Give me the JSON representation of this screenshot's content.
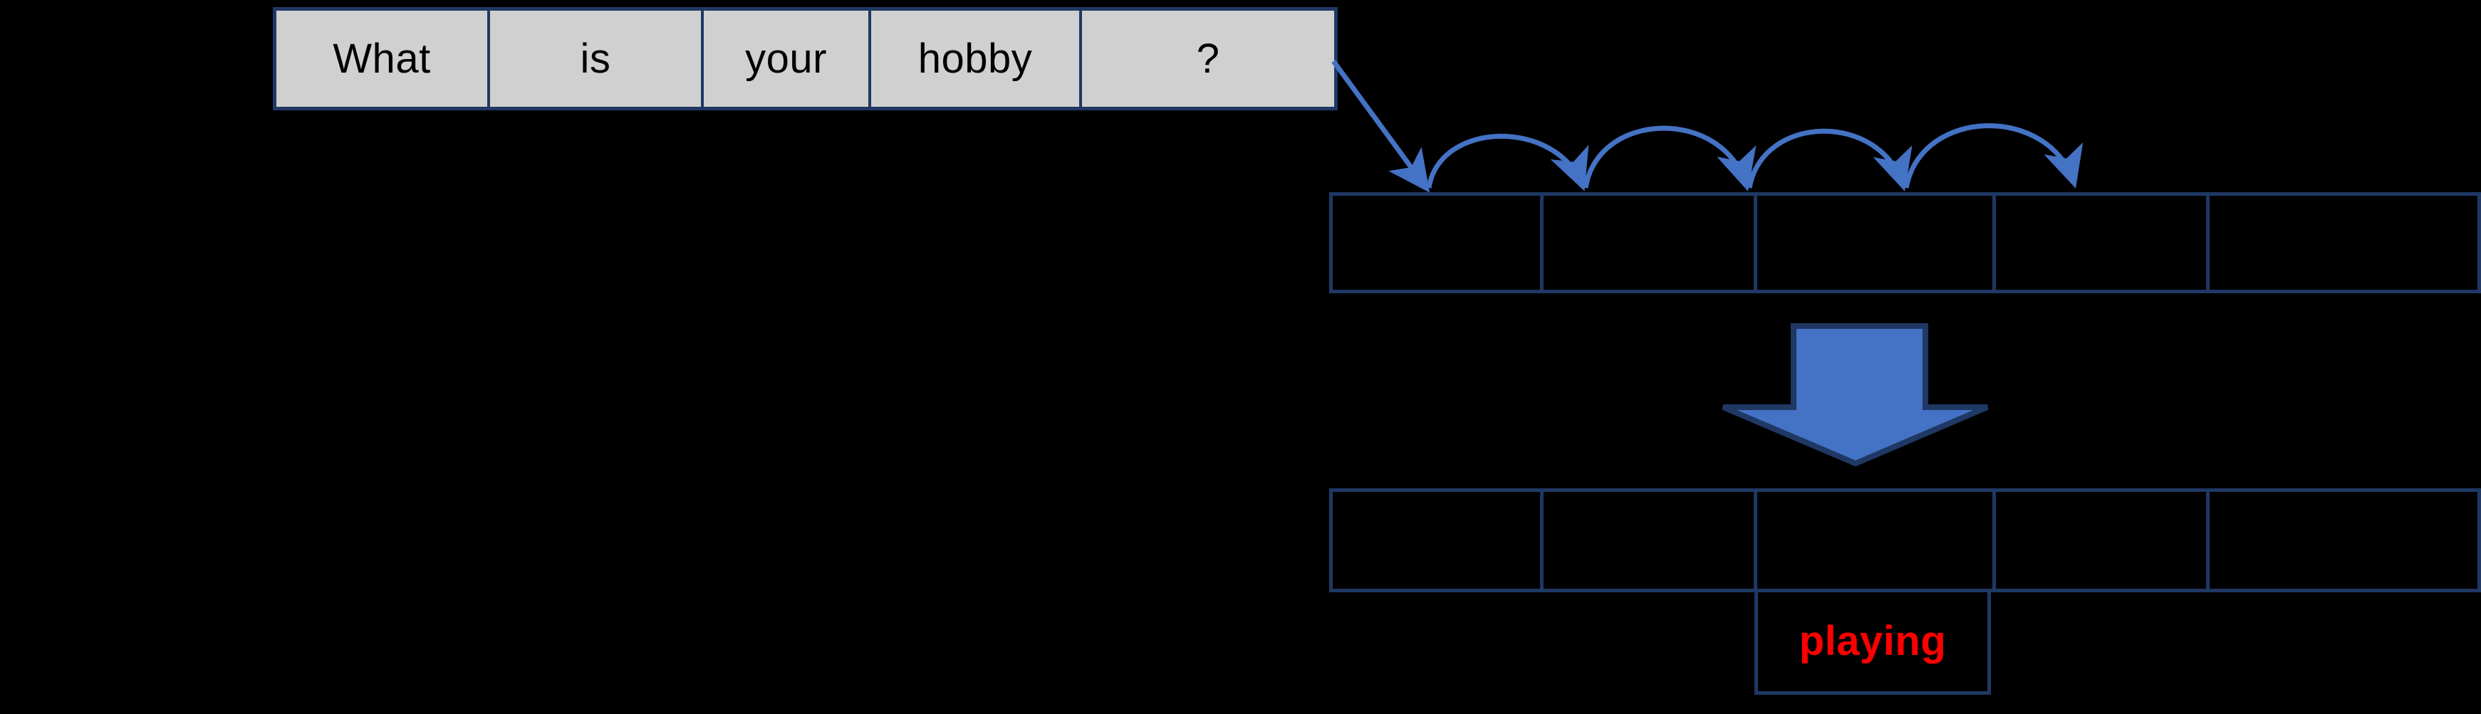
{
  "diagram": {
    "title": "Seq2seq encoder-decoder token generation diagram",
    "background_color": "#000000",
    "accent_blue": "#4472C4",
    "border_navy": "#1F3864",
    "cell_fill_gray": "#D0D0D0",
    "token_red": "#FF0000"
  },
  "source_sentence": {
    "label": "input-sentence-tokens",
    "tokens": [
      {
        "text": "What"
      },
      {
        "text": "is"
      },
      {
        "text": "your"
      },
      {
        "text": "hobby"
      },
      {
        "text": "?"
      }
    ]
  },
  "encoder_row": {
    "label": "encoder-cells",
    "cells": [
      {
        "text": ""
      },
      {
        "text": ""
      },
      {
        "text": ""
      },
      {
        "text": ""
      },
      {
        "text": ""
      }
    ]
  },
  "decoder_row": {
    "label": "decoder-cells",
    "cells": [
      {
        "text": ""
      },
      {
        "text": ""
      },
      {
        "text": ""
      },
      {
        "text": ""
      },
      {
        "text": ""
      }
    ]
  },
  "output": {
    "label": "generated-token",
    "token": "playing"
  },
  "arrows": {
    "feed_arrow_label": "input-to-encoder-arrow",
    "recurrent_arrow_count": 4,
    "block_arrow_label": "encoder-to-decoder-arrow"
  }
}
